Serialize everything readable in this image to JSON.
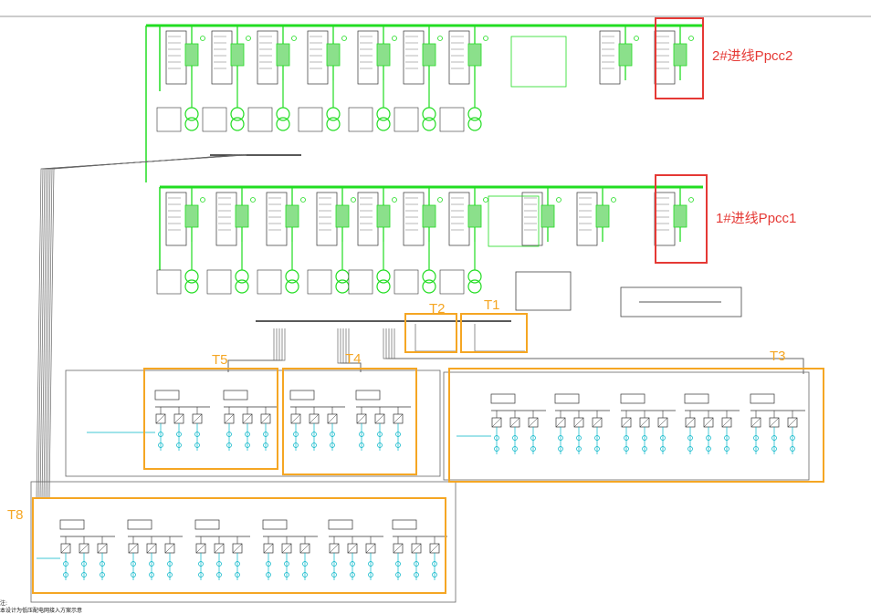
{
  "colors": {
    "bus": "#22dd22",
    "highlight_red": "#e53935",
    "highlight_orange": "#f5a623",
    "wire": "#555555",
    "cyan": "#00b5c8",
    "device": "#333333"
  },
  "labels": {
    "incoming2": "2#进线Ppcc2",
    "incoming1": "1#进线Ppcc1",
    "T1": "T1",
    "T2": "T2",
    "T3": "T3",
    "T4": "T4",
    "T5": "T5",
    "T8": "T8"
  },
  "notes": {
    "line1": "注:",
    "line2": "本设计为低压配电网接入方案示意"
  }
}
